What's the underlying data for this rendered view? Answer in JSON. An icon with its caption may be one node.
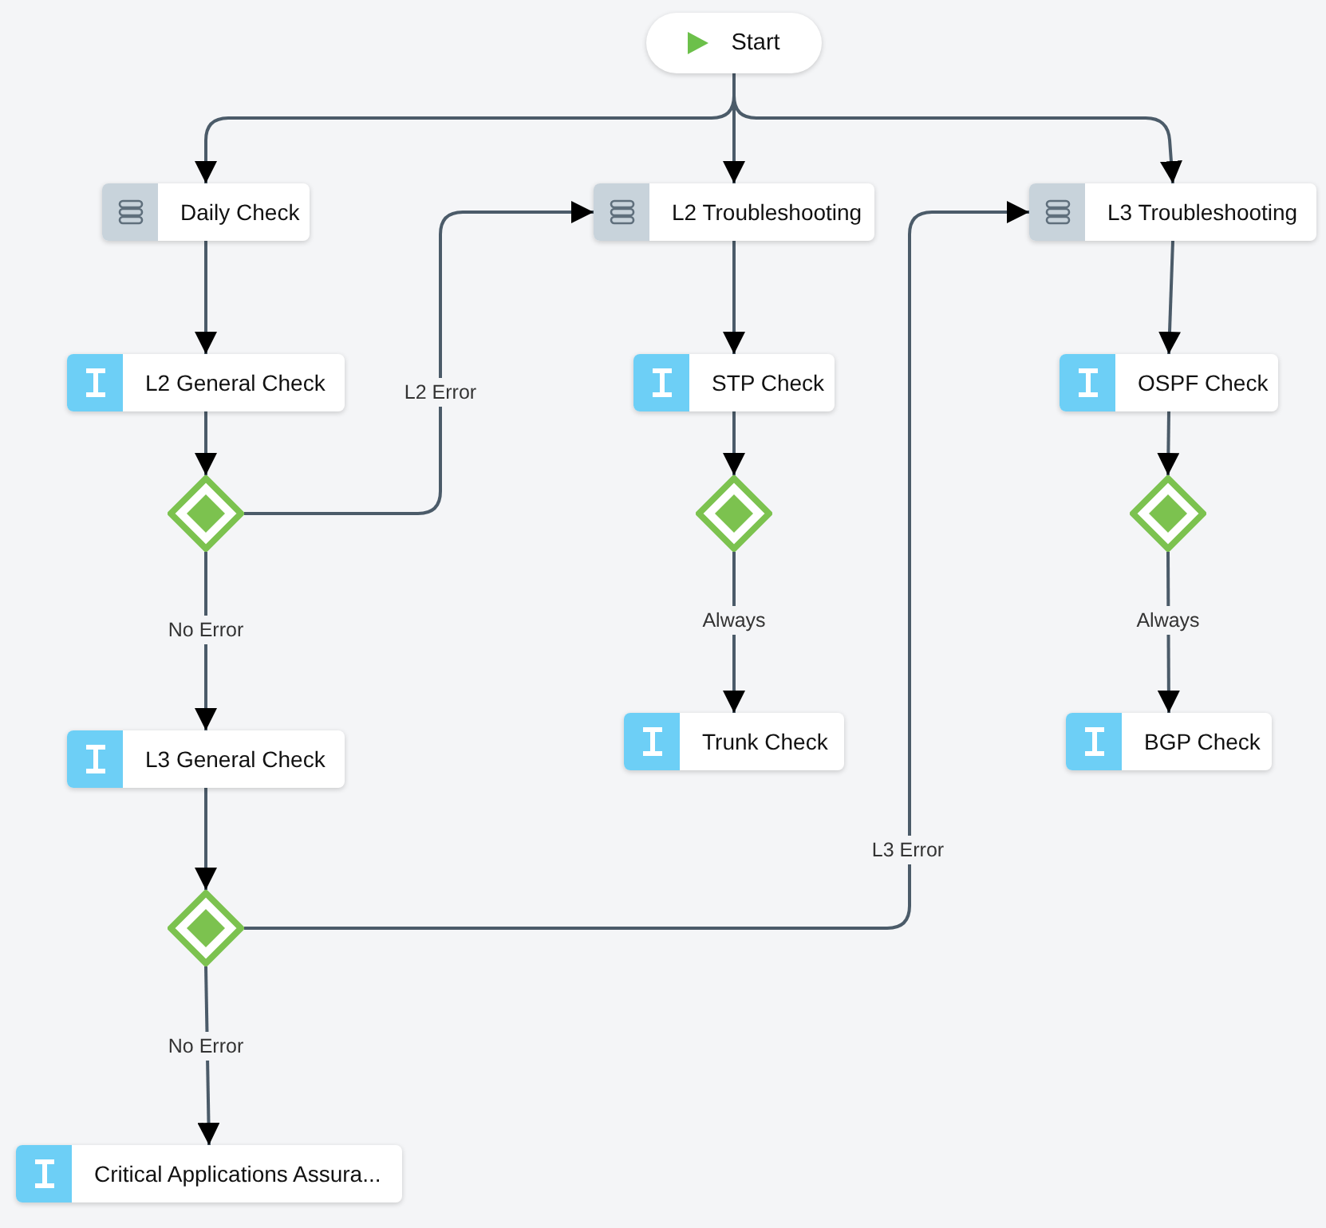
{
  "diagram": {
    "nodes": [
      {
        "text": [
          "Start"
        ]
      },
      {
        "text": [
          "Daily Check"
        ]
      },
      {
        "text": [
          "L2 Troubleshooting"
        ]
      },
      {
        "text": [
          "L3 Troubleshooting"
        ]
      },
      {
        "text": [
          "L2 General Check"
        ]
      },
      {
        "text": [
          "STP Check"
        ]
      },
      {
        "text": [
          "OSPF Check"
        ]
      },
      {
        "text": [],
        "shape": "diamond"
      },
      {
        "text": [],
        "shape": "diamond"
      },
      {
        "text": [],
        "shape": "diamond"
      },
      {
        "text": [
          "Trunk Check"
        ]
      },
      {
        "text": [
          "BGP Check"
        ]
      },
      {
        "text": [
          "L3 General Check"
        ]
      },
      {
        "text": [],
        "shape": "diamond"
      },
      {
        "text": [
          "Critical Applications Assura..."
        ]
      }
    ],
    "edges": [
      {
        "from": 0,
        "to": 1,
        "arrow": "to"
      },
      {
        "from": 0,
        "to": 2,
        "arrow": "to"
      },
      {
        "from": 0,
        "to": 3,
        "arrow": "to"
      },
      {
        "from": 1,
        "to": 4,
        "arrow": "to"
      },
      {
        "from": 4,
        "to": 7,
        "arrow": "to"
      },
      {
        "from": 7,
        "to": 2,
        "arrow": "to",
        "label": "L2 Error"
      },
      {
        "from": 7,
        "to": 12,
        "arrow": "to",
        "label": "No Error"
      },
      {
        "from": 2,
        "to": 5,
        "arrow": "to"
      },
      {
        "from": 5,
        "to": 8,
        "arrow": "to"
      },
      {
        "from": 8,
        "to": 10,
        "arrow": "to",
        "label": "Always"
      },
      {
        "from": 3,
        "to": 6,
        "arrow": "to"
      },
      {
        "from": 6,
        "to": 9,
        "arrow": "to"
      },
      {
        "from": 9,
        "to": 11,
        "arrow": "to",
        "label": "Always"
      },
      {
        "from": 12,
        "to": 13,
        "arrow": "to"
      },
      {
        "from": 13,
        "to": 3,
        "arrow": "to",
        "label": "L3 Error"
      },
      {
        "from": 13,
        "to": 14,
        "arrow": "to",
        "label": "No Error"
      }
    ]
  }
}
